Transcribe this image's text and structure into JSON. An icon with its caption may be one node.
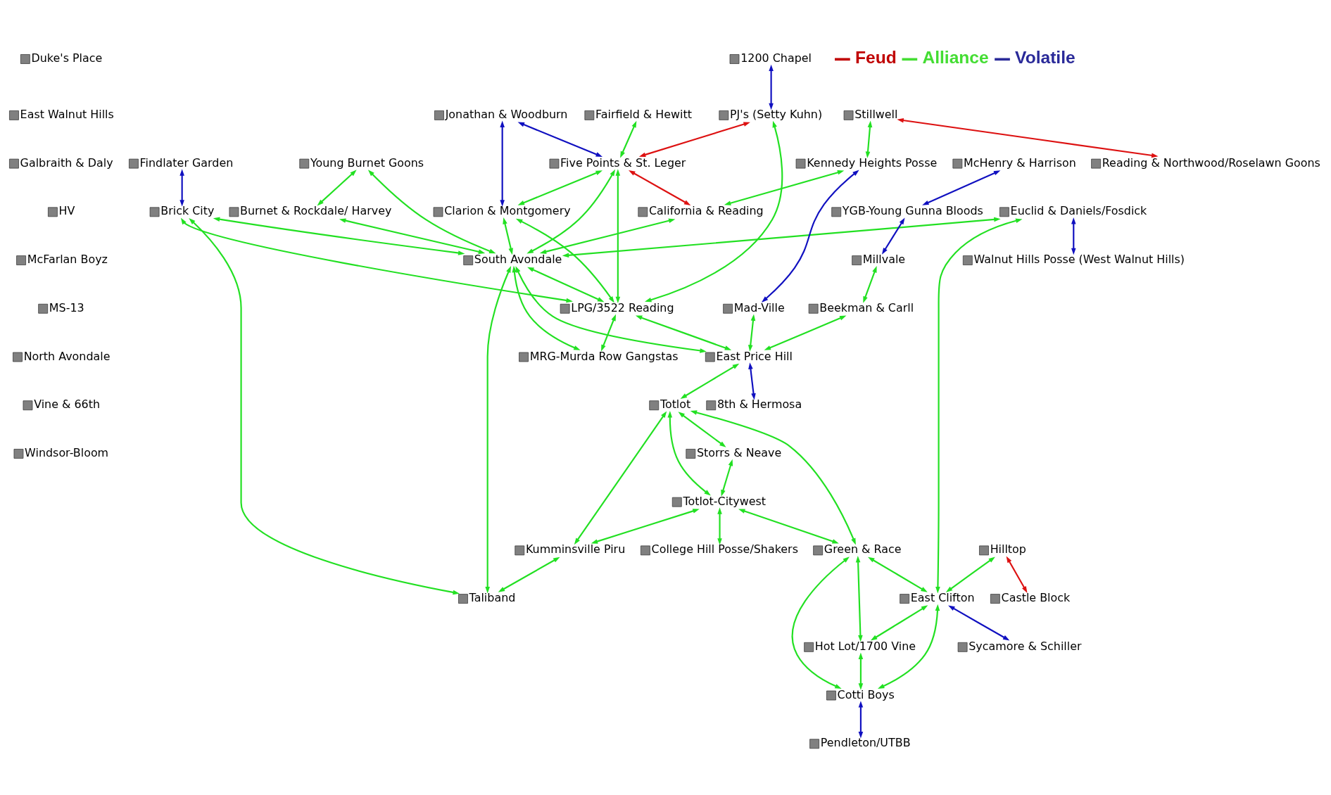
{
  "diagram": {
    "nodes": [
      {
        "text": [
          "Duke's Place"
        ]
      },
      {
        "text": [
          "East Walnut Hills"
        ]
      },
      {
        "text": [
          "Galbraith & Daly"
        ]
      },
      {
        "text": [
          "HV"
        ]
      },
      {
        "text": [
          "McFarlan Boyz"
        ]
      },
      {
        "text": [
          "MS-13"
        ]
      },
      {
        "text": [
          "North Avondale"
        ]
      },
      {
        "text": [
          "Vine & 66th"
        ]
      },
      {
        "text": [
          "Windsor-Bloom"
        ]
      },
      {
        "text": [
          "Jonathan & Woodburn"
        ]
      },
      {
        "text": [
          "1200 Chapel"
        ]
      },
      {
        "text": [
          "Findlater Garden"
        ]
      },
      {
        "text": [
          "Fairfield & Hewitt"
        ]
      },
      {
        "text": [
          "Clarion & Montgomery"
        ]
      },
      {
        "text": [
          "Young Burnet Goons"
        ]
      },
      {
        "text": [
          "Five Points & St. Leger"
        ]
      },
      {
        "text": [
          "Brick City"
        ]
      },
      {
        "text": [
          "Burnet & Rockdale/ Harvey"
        ]
      },
      {
        "text": [
          "PJ's (Setty Kuhn)"
        ]
      },
      {
        "text": [
          "Walnut Hills Posse (West Walnut Hills)"
        ]
      },
      {
        "text": [
          "Euclid & Daniels/Fosdick"
        ]
      },
      {
        "text": [
          "Hilltop"
        ]
      },
      {
        "text": [
          "California & Reading"
        ]
      },
      {
        "text": [
          "Stillwell"
        ]
      },
      {
        "text": [
          "Castle Block"
        ]
      },
      {
        "text": [
          "Kennedy Heights Posse"
        ]
      },
      {
        "text": [
          "South Avondale"
        ]
      },
      {
        "text": [
          "East Clifton"
        ]
      },
      {
        "text": [
          "Sycamore & Schiller"
        ]
      },
      {
        "text": [
          "Taliband"
        ]
      },
      {
        "text": [
          "Reading & Northwood/Roselawn Goons"
        ]
      },
      {
        "text": [
          "LPG/3522 Reading"
        ]
      },
      {
        "text": [
          "Mad-Ville"
        ]
      },
      {
        "text": [
          "Hot Lot/1700 Vine"
        ]
      },
      {
        "text": [
          "MRG-Murda Row Gangstas"
        ]
      },
      {
        "text": [
          "Green & Race"
        ]
      },
      {
        "text": [
          "Cotti Boys"
        ]
      },
      {
        "text": [
          "Totlot"
        ]
      },
      {
        "text": [
          "Kumminsville Piru"
        ]
      },
      {
        "text": [
          "East Price Hill"
        ]
      },
      {
        "text": [
          "Pendleton/UTBB"
        ]
      },
      {
        "text": [
          "Beekman & Carll"
        ]
      },
      {
        "text": [
          "Totlot-Citywest"
        ]
      },
      {
        "text": [
          "Storrs & Neave"
        ]
      },
      {
        "text": [
          "Millvale"
        ]
      },
      {
        "text": [
          "College Hill Posse/Shakers"
        ]
      },
      {
        "text": [
          "8th & Hermosa"
        ]
      },
      {
        "text": [
          "YGB-Young Gunna Bloods"
        ]
      },
      {
        "text": [
          "McHenry & Harrison"
        ]
      }
    ],
    "edges": [
      {
        "from": 9,
        "to": 15,
        "arrow": "both",
        "color": "#1010c0"
      },
      {
        "from": 9,
        "to": 13,
        "arrow": "both",
        "color": "#1010c0"
      },
      {
        "from": 10,
        "to": 18,
        "arrow": "both",
        "color": "#1010c0"
      },
      {
        "from": 11,
        "to": 16,
        "arrow": "both",
        "color": "#1010c0"
      },
      {
        "from": 20,
        "to": 19,
        "arrow": "both",
        "color": "#1010c0"
      },
      {
        "from": 25,
        "to": 32,
        "arrow": "both",
        "color": "#1010c0"
      },
      {
        "from": 27,
        "to": 28,
        "arrow": "both",
        "color": "#1010c0"
      },
      {
        "from": 36,
        "to": 40,
        "arrow": "both",
        "color": "#1010c0"
      },
      {
        "from": 39,
        "to": 46,
        "arrow": "both",
        "color": "#1010c0"
      },
      {
        "from": 47,
        "to": 44,
        "arrow": "both",
        "color": "#1010c0"
      },
      {
        "from": 48,
        "to": 47,
        "arrow": "both",
        "color": "#1010c0"
      },
      {
        "from": 18,
        "to": 15,
        "arrow": "both",
        "color": "#dd1111"
      },
      {
        "from": 15,
        "to": 22,
        "arrow": "both",
        "color": "#dd1111"
      },
      {
        "from": 23,
        "to": 30,
        "arrow": "both",
        "color": "#dd1111"
      },
      {
        "from": 21,
        "to": 24,
        "arrow": "both",
        "color": "#dd1111"
      },
      {
        "from": 12,
        "to": 15,
        "arrow": "both"
      },
      {
        "from": 15,
        "to": 13,
        "arrow": "both"
      },
      {
        "from": 15,
        "to": 31,
        "arrow": "both"
      },
      {
        "from": 15,
        "to": 26,
        "arrow": "both"
      },
      {
        "from": 13,
        "to": 31,
        "arrow": "both"
      },
      {
        "from": 13,
        "to": 26,
        "arrow": "both"
      },
      {
        "from": 14,
        "to": 17,
        "arrow": "both"
      },
      {
        "from": 14,
        "to": 26,
        "arrow": "both"
      },
      {
        "from": 16,
        "to": 26,
        "arrow": "both"
      },
      {
        "from": 16,
        "to": 31,
        "arrow": "both"
      },
      {
        "from": 16,
        "to": 29,
        "arrow": "both"
      },
      {
        "from": 17,
        "to": 26,
        "arrow": "both"
      },
      {
        "from": 18,
        "to": 31,
        "arrow": "both"
      },
      {
        "from": 20,
        "to": 26,
        "arrow": "both"
      },
      {
        "from": 20,
        "to": 27,
        "arrow": "both"
      },
      {
        "from": 21,
        "to": 27,
        "arrow": "both"
      },
      {
        "from": 22,
        "to": 26,
        "arrow": "both"
      },
      {
        "from": 25,
        "to": 22,
        "arrow": "both"
      },
      {
        "from": 23,
        "to": 25,
        "arrow": "both"
      },
      {
        "from": 26,
        "to": 31,
        "arrow": "both"
      },
      {
        "from": 26,
        "to": 29,
        "arrow": "both"
      },
      {
        "from": 26,
        "to": 34,
        "arrow": "both"
      },
      {
        "from": 26,
        "to": 39,
        "arrow": "both"
      },
      {
        "from": 31,
        "to": 34,
        "arrow": "both"
      },
      {
        "from": 31,
        "to": 39,
        "arrow": "both"
      },
      {
        "from": 32,
        "to": 39,
        "arrow": "both"
      },
      {
        "from": 41,
        "to": 39,
        "arrow": "both"
      },
      {
        "from": 44,
        "to": 41,
        "arrow": "both"
      },
      {
        "from": 39,
        "to": 37,
        "arrow": "both"
      },
      {
        "from": 37,
        "to": 35,
        "arrow": "both"
      },
      {
        "from": 37,
        "to": 38,
        "arrow": "both"
      },
      {
        "from": 37,
        "to": 42,
        "arrow": "both"
      },
      {
        "from": 37,
        "to": 43,
        "arrow": "both"
      },
      {
        "from": 43,
        "to": 42,
        "arrow": "both"
      },
      {
        "from": 42,
        "to": 38,
        "arrow": "both"
      },
      {
        "from": 42,
        "to": 35,
        "arrow": "both"
      },
      {
        "from": 42,
        "to": 45,
        "arrow": "both"
      },
      {
        "from": 38,
        "to": 29,
        "arrow": "both"
      },
      {
        "from": 35,
        "to": 27,
        "arrow": "both"
      },
      {
        "from": 35,
        "to": 33,
        "arrow": "both"
      },
      {
        "from": 35,
        "to": 36,
        "arrow": "both"
      },
      {
        "from": 27,
        "to": 33,
        "arrow": "both"
      },
      {
        "from": 27,
        "to": 36,
        "arrow": "both"
      },
      {
        "from": 33,
        "to": 36,
        "arrow": "both"
      }
    ],
    "legend": [
      {
        "text": "Feud",
        "color": "#c00000"
      },
      {
        "text": "Alliance",
        "color": "#44dd33"
      },
      {
        "text": "Volatile",
        "color": "#2a2a99"
      }
    ]
  }
}
